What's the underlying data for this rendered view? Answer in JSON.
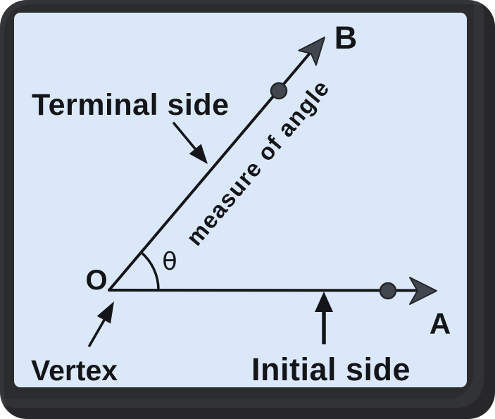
{
  "colors": {
    "panel_bg": "#dbe8f9",
    "frame": "#2b2c2e",
    "ink": "#141519",
    "marker": "#42474f",
    "marker_edge": "#24262a"
  },
  "labels": {
    "terminal_side": "Terminal side",
    "initial_side": "Initial side",
    "vertex_caption": "Vertex",
    "measure_of_angle": "measure of angle",
    "angle_symbol": "θ",
    "vertex_point": "O",
    "terminal_point": "B",
    "initial_point": "A"
  }
}
